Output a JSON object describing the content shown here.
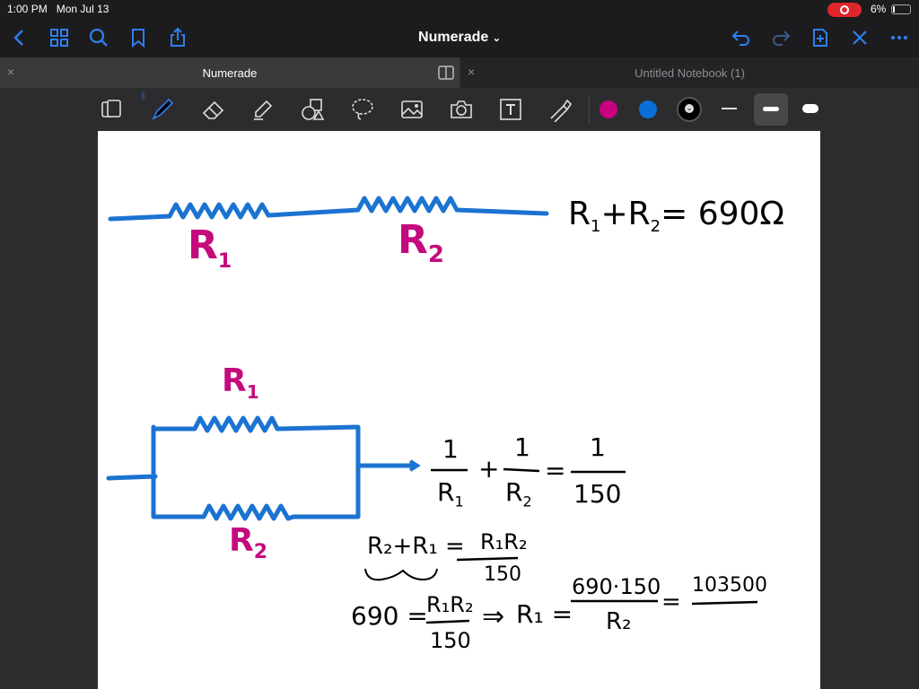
{
  "status_bar": {
    "time": "1:00 PM",
    "date": "Mon Jul 13",
    "battery": "6%"
  },
  "nav": {
    "title": "Numerade",
    "icons": [
      "back-icon",
      "grid-icon",
      "search-icon",
      "bookmark-icon",
      "share-icon",
      "undo-icon",
      "redo-icon",
      "add-page-icon",
      "close-icon",
      "more-icon"
    ]
  },
  "tabs": [
    {
      "label": "Numerade",
      "active": true
    },
    {
      "label": "Untitled Notebook (1)",
      "active": false
    }
  ],
  "toolbar": {
    "tools": [
      "page-mode-icon",
      "pen-icon",
      "eraser-icon",
      "highlighter-icon",
      "shapes-icon",
      "lasso-icon",
      "image-icon",
      "camera-icon",
      "text-icon",
      "laser-pointer-icon"
    ],
    "colors": [
      "#c8007f",
      "#0a6fd8",
      "#000000"
    ],
    "active_color": "#000000"
  },
  "notes": {
    "series_equation": {
      "lhs": "R",
      "sub1": "1",
      "plus": "+",
      "sub2": "2",
      "rhs": "= 690Ω"
    },
    "labels": {
      "r1_series": "R",
      "r2_series": "R",
      "r1_parallel": "R",
      "r2_parallel": "R",
      "sub1": "1",
      "sub2": "2"
    },
    "parallel_eq": {
      "one": "1",
      "den1": "R",
      "den2": "R",
      "rhs_den": "150"
    },
    "step2": {
      "lhs": "R₂+R₁ =",
      "num": "R₁R₂",
      "den": "150"
    },
    "step3": {
      "lhs": "690 =",
      "num": "R₁R₂",
      "den": "150",
      "arrow": "⇒",
      "r1": "R₁ =",
      "num2": "690·150",
      "den2": "R₂",
      "eq": "=",
      "result": "103500"
    }
  },
  "colors": {
    "accent": "#2f7ff0",
    "ink_blue": "#1b73d1",
    "ink_magenta": "#c40a7c",
    "ink_black": "#000000"
  }
}
